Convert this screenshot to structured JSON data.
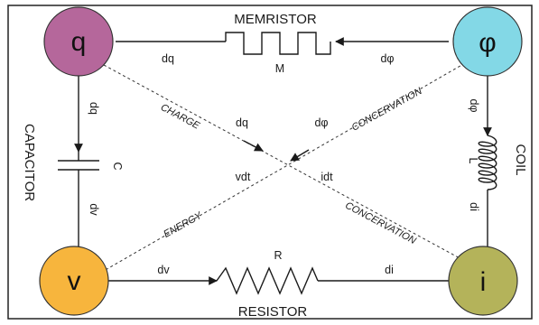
{
  "nodes": {
    "charge": {
      "symbol": "q",
      "color": "#b5679b"
    },
    "flux": {
      "symbol": "φ",
      "color": "#83d8e6"
    },
    "voltage": {
      "symbol": "v",
      "color": "#f7b53d"
    },
    "current": {
      "symbol": "i",
      "color": "#b4b35a"
    }
  },
  "components": {
    "memristor": {
      "title": "MEMRISTOR",
      "symbol": "M"
    },
    "capacitor": {
      "title": "CAPACITOR",
      "symbol": "C"
    },
    "coil": {
      "title": "COIL",
      "symbol": "L"
    },
    "resistor": {
      "title": "RESISTOR",
      "symbol": "R"
    }
  },
  "edge_labels": {
    "memristor_left": "dq",
    "memristor_right": "dφ",
    "capacitor_top": "dq",
    "capacitor_bottom": "dv",
    "coil_top": "dφ",
    "coil_bottom": "di",
    "resistor_left": "dv",
    "resistor_right": "di",
    "diag_q_dq": "dq",
    "diag_phi_dphi": "dφ",
    "diag_v_vdt": "vdt",
    "diag_i_idt": "idt"
  },
  "diagonal_labels": {
    "charge": "CHARGE",
    "conservation_upper": "CONCERVATION",
    "energy": "ENERGY",
    "conservation_lower": "CONCERVATION"
  }
}
